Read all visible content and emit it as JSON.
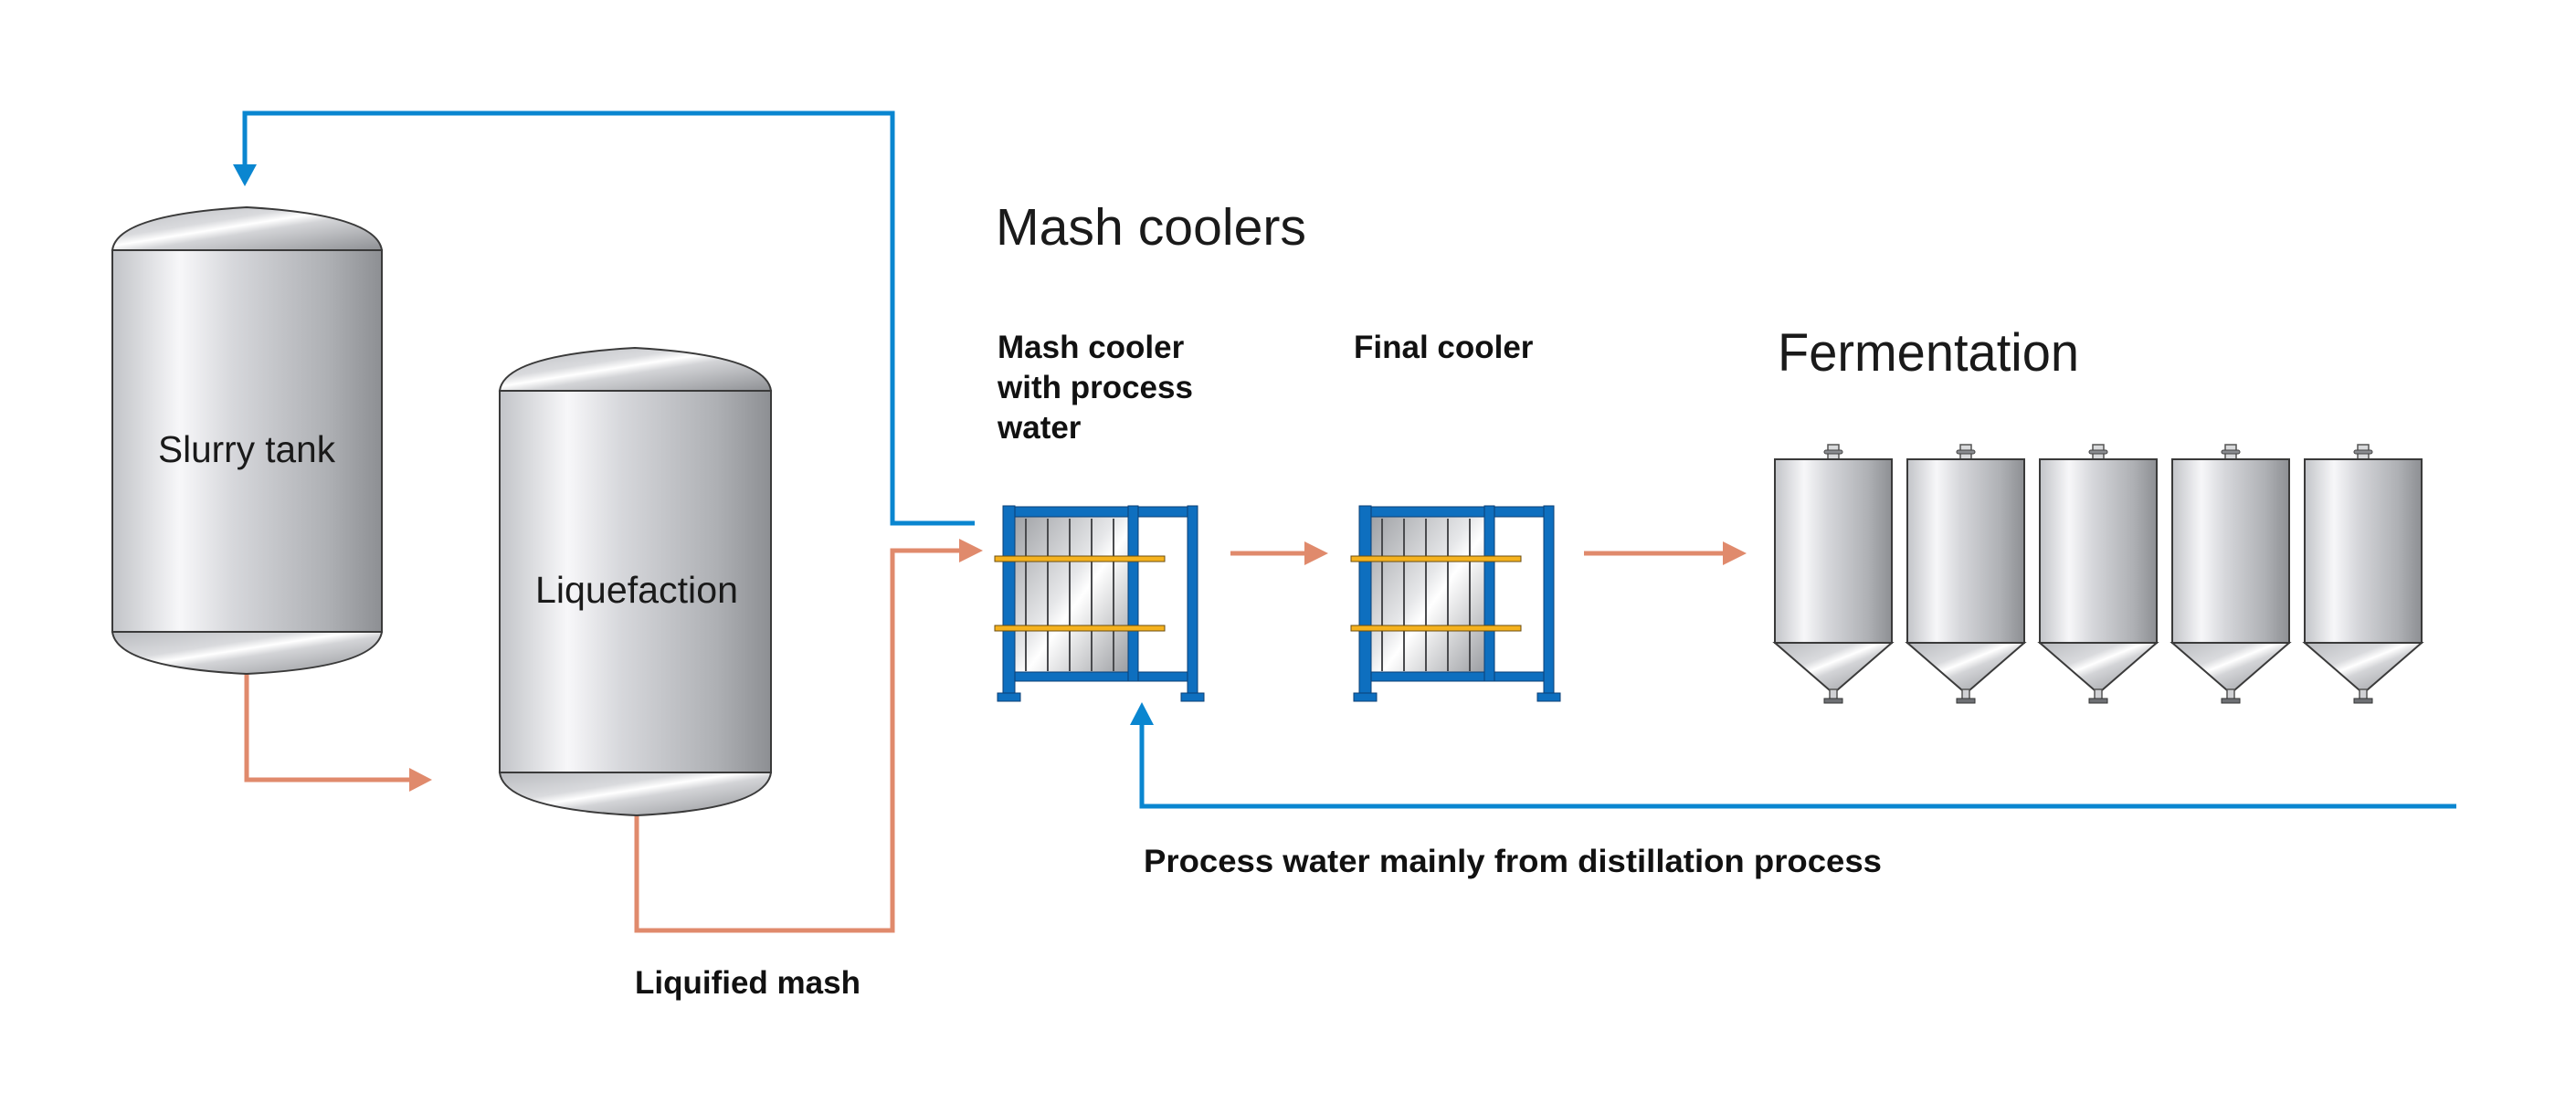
{
  "colors": {
    "process_water": "#0a86d0",
    "mash_flow": "#e08a6c",
    "frame_blue": "#0e6fbf",
    "tie_bar": "#f5b21e"
  },
  "vessels": {
    "slurry_tank": {
      "label": "Slurry tank"
    },
    "liquefaction": {
      "label": "Liquefaction"
    }
  },
  "sections": {
    "mash_coolers_title": "Mash coolers",
    "fermentation_title": "Fermentation"
  },
  "coolers": [
    {
      "label_lines": [
        "Mash cooler",
        "with process",
        "water"
      ]
    },
    {
      "label_lines": [
        "Final cooler"
      ]
    }
  ],
  "fermentation_tanks": {
    "count": 5
  },
  "flows": {
    "liquified_mash_label": "Liquified mash",
    "process_water_label": "Process water mainly from distillation process"
  }
}
